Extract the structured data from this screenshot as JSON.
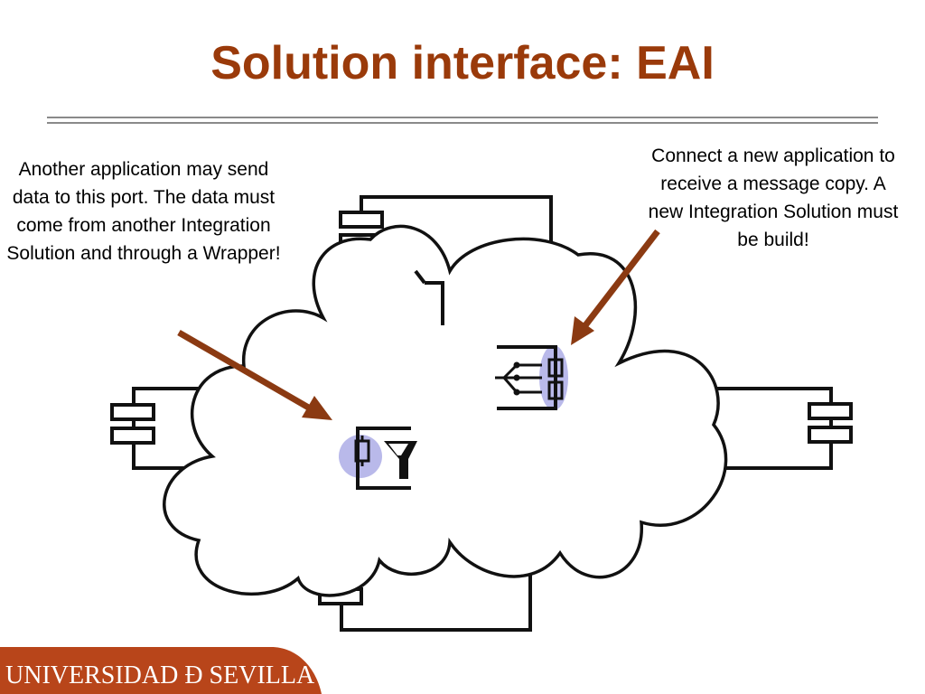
{
  "slide": {
    "title": "Solution interface: EAI"
  },
  "notes": {
    "left": "Another application may send data to this port. The data must come from another Integration Solution and through a Wrapper!",
    "right": "Connect a new application to receive a message copy. A new Integration Solution must be build!"
  },
  "footer": {
    "institution": "UNIVERSIDAD Ð SEVILLA"
  },
  "colors": {
    "title": "#9a3a0a",
    "arrow": "#8b3a12",
    "port_highlight": "#b9b9ea",
    "footer_band": "#b8451a"
  }
}
